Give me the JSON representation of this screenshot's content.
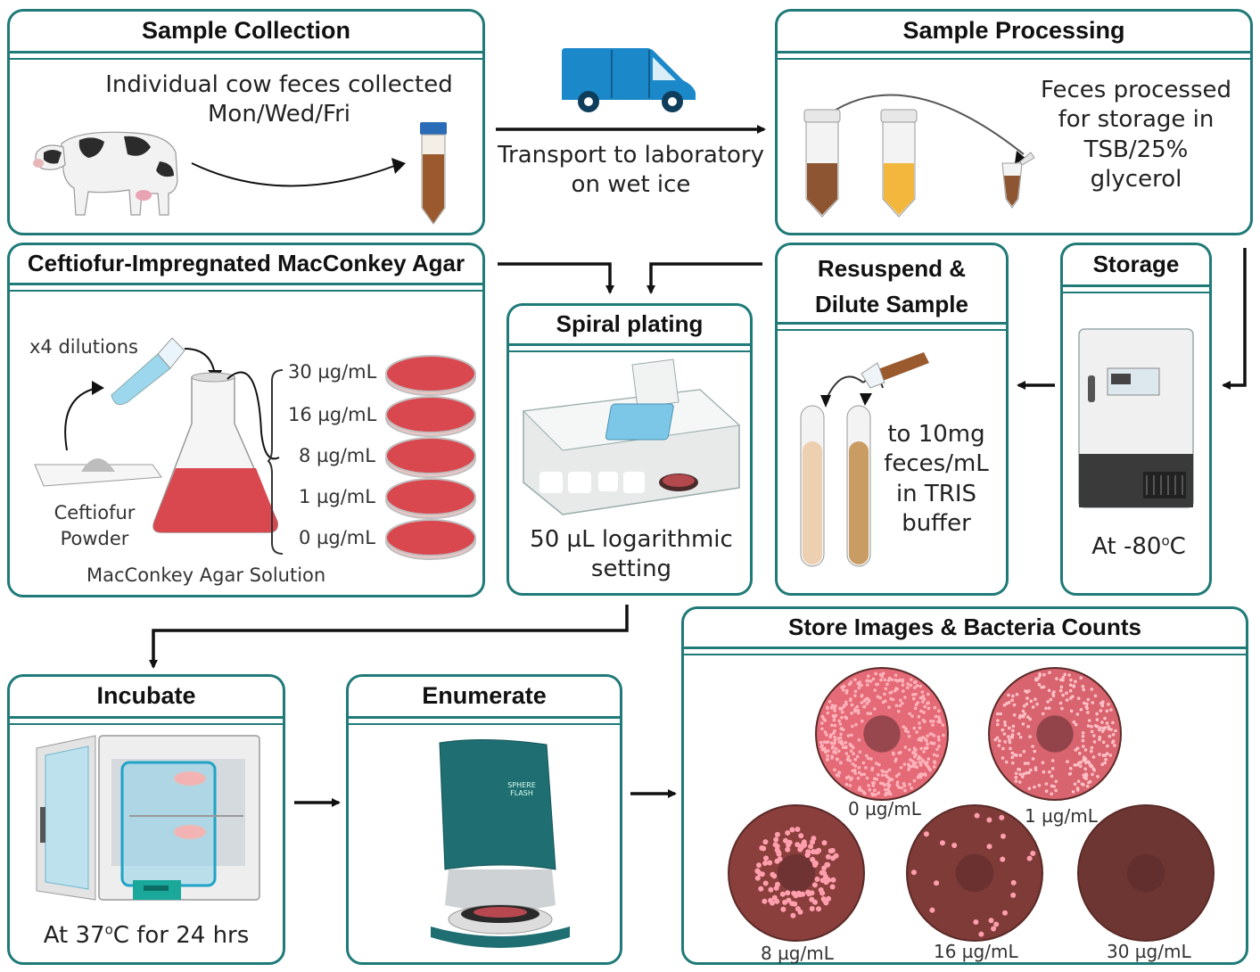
{
  "panels": {
    "sample_collection": {
      "title": "Sample Collection",
      "text": "Individual cow feces collected\nMon/Wed/Fri"
    },
    "transport": {
      "text": "Transport to laboratory\non wet ice"
    },
    "sample_processing": {
      "title": "Sample Processing",
      "text": "Feces processed\nfor storage in\nTSB/25%\nglycerol"
    },
    "agar": {
      "title": "Ceftiofur-Impregnated MacConkey Agar",
      "dilutions_label": "x4 dilutions",
      "powder_label": "Ceftiofur\nPowder",
      "solution_label": "MacConkey Agar Solution",
      "concentrations": [
        "30 µg/mL",
        "16 µg/mL",
        "8 µg/mL",
        "1 µg/mL",
        "0 µg/mL"
      ]
    },
    "spiral": {
      "title": "Spiral plating",
      "text": "50 µL logarithmic\nsetting"
    },
    "resuspend": {
      "title": "Resuspend &\nDilute Sample",
      "text": "to 10mg\nfeces/mL\nin TRIS\nbuffer"
    },
    "storage": {
      "title": "Storage",
      "text": "At -80",
      "deg": "o",
      "unit": "C"
    },
    "incubate": {
      "title": "Incubate",
      "text_a": "At 37",
      "deg": "o",
      "text_b": "C for 24 hrs"
    },
    "enumerate": {
      "title": "Enumerate",
      "device_text": "SPHERE\nFLASH"
    },
    "store_images": {
      "title": "Store Images & Bacteria Counts",
      "plates": [
        "0 µg/mL",
        "1 µg/mL",
        "8 µg/mL",
        "16 µg/mL",
        "30 µg/mL"
      ]
    }
  },
  "colors": {
    "teal": "#1f7a78",
    "agar_red": "#d9484f",
    "plate_dark": "#7a3a37",
    "van_blue": "#1b88c9"
  }
}
